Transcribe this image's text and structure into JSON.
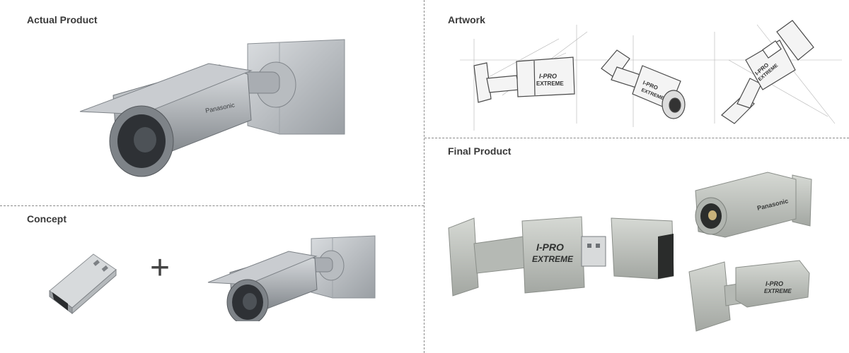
{
  "sections": {
    "actual_product": {
      "title": "Actual Product"
    },
    "concept": {
      "title": "Concept",
      "operator": "+"
    },
    "artwork": {
      "title": "Artwork"
    },
    "final_product": {
      "title": "Final Product"
    }
  },
  "branding": {
    "camera_brand": "Panasonic",
    "usb_brand_line1": "I-PRO",
    "usb_brand_line2": "EXTREME"
  },
  "colors": {
    "divider": "#8a8a8a",
    "label_text": "#3a3a3a",
    "camera_silver": "#b9bcbf",
    "usb_grey": "#bfc2bd",
    "sketch_ink": "#555555"
  }
}
